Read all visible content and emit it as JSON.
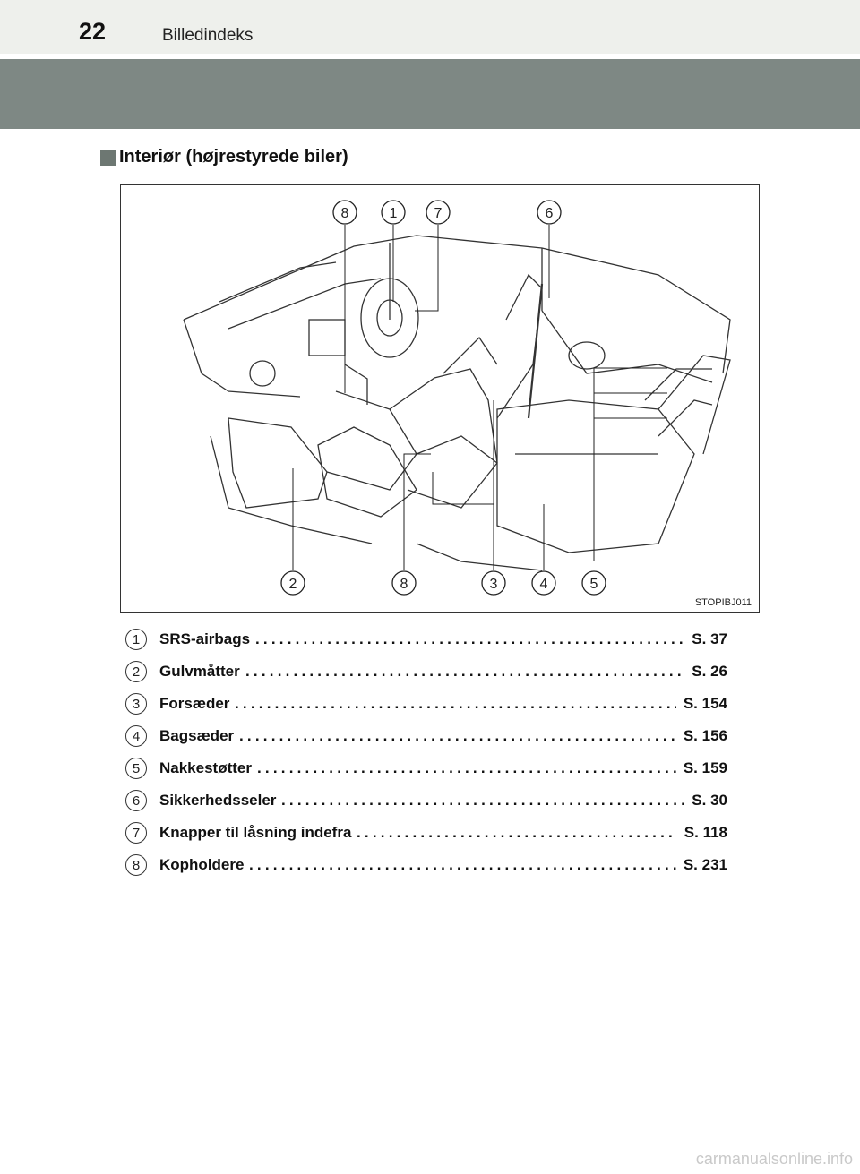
{
  "header": {
    "page_number": "22",
    "chapter_title": "Billedindeks"
  },
  "section": {
    "title": "Interiør (højrestyrede biler)"
  },
  "figure": {
    "code": "STOPIBJ011",
    "callouts_top": [
      "8",
      "1",
      "7",
      "6"
    ],
    "callouts_bottom": [
      "2",
      "8",
      "3",
      "4",
      "5"
    ]
  },
  "legend": [
    {
      "num": "1",
      "label": "SRS-airbags",
      "page": "S. 37"
    },
    {
      "num": "2",
      "label": "Gulvmåtter",
      "page": "S. 26"
    },
    {
      "num": "3",
      "label": "Forsæder",
      "page": "S. 154"
    },
    {
      "num": "4",
      "label": "Bagsæder",
      "page": "S. 156"
    },
    {
      "num": "5",
      "label": "Nakkestøtter",
      "page": "S. 159"
    },
    {
      "num": "6",
      "label": "Sikkerhedsseler",
      "page": "S. 30"
    },
    {
      "num": "7",
      "label": "Knapper til låsning indefra",
      "page": "S. 118"
    },
    {
      "num": "8",
      "label": "Kopholdere",
      "page": "S. 231"
    }
  ],
  "watermark": "carmanualsonline.info"
}
